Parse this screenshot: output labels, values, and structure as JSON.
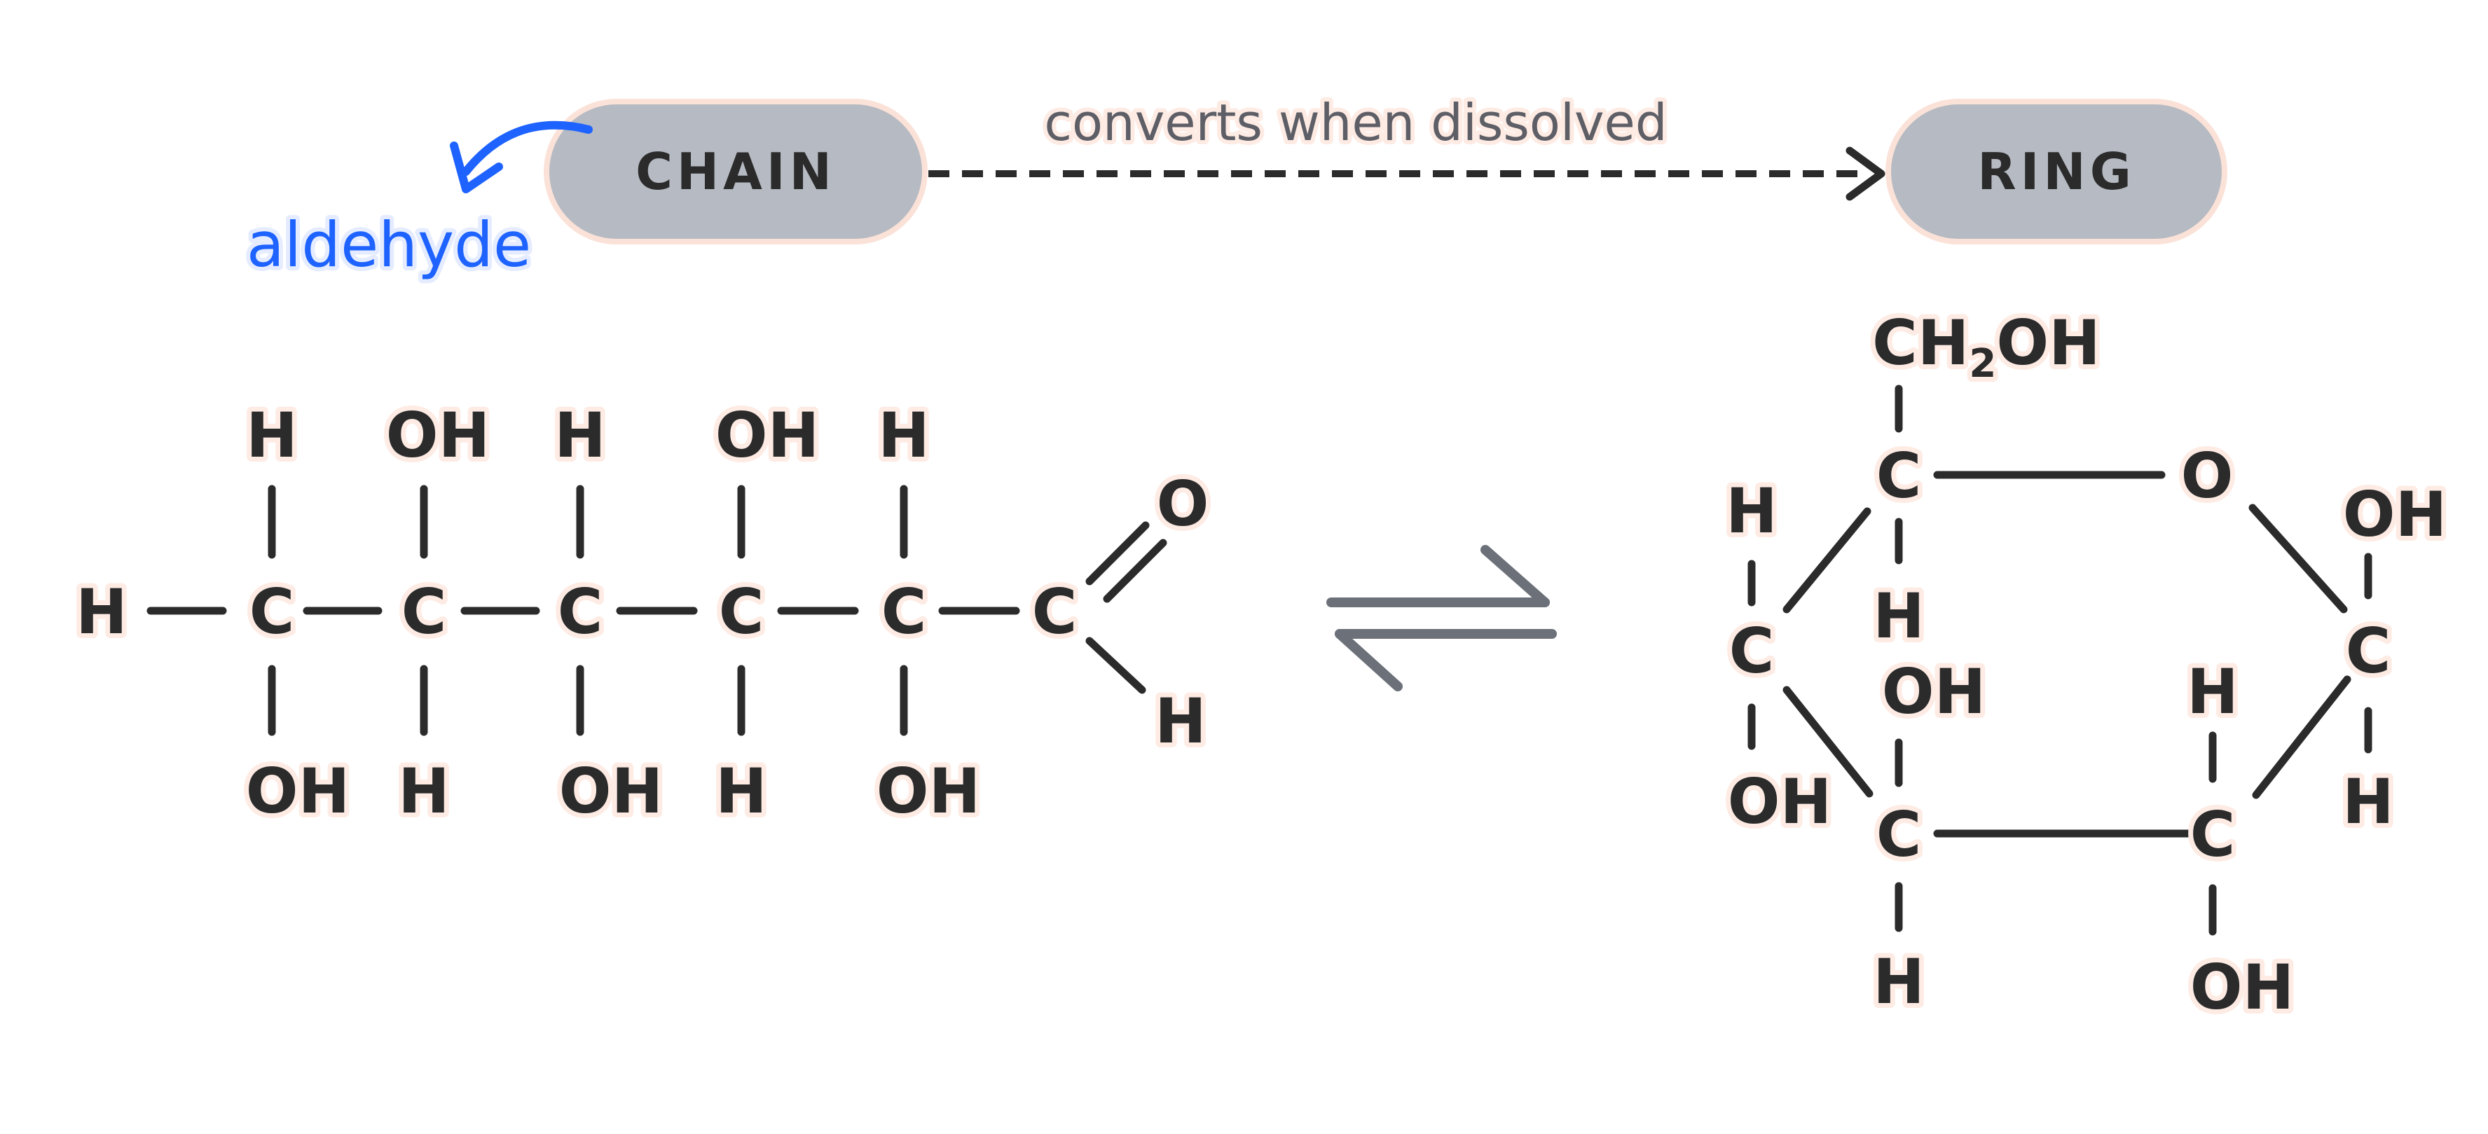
{
  "labels": {
    "chain": "CHAIN",
    "ring": "RING",
    "arrow_note": "converts when dissolved",
    "callout": "aldehyde"
  },
  "atoms": {
    "carbon": "C",
    "hydrogen": "H",
    "oxygen": "O",
    "hydroxyl": "OH",
    "ch2": "CH",
    "ch2_sub": "2",
    "ch2_tail": "OH"
  },
  "colors": {
    "ink": "#2b2b2b",
    "pill": "#b6bac2",
    "callout": "#1e63ff",
    "equilibrium": "#6b7079",
    "note": "#5e5e66"
  },
  "icons": {
    "equilibrium": "equilibrium-arrows-icon",
    "callout_arrow": "curved-arrow-icon"
  }
}
